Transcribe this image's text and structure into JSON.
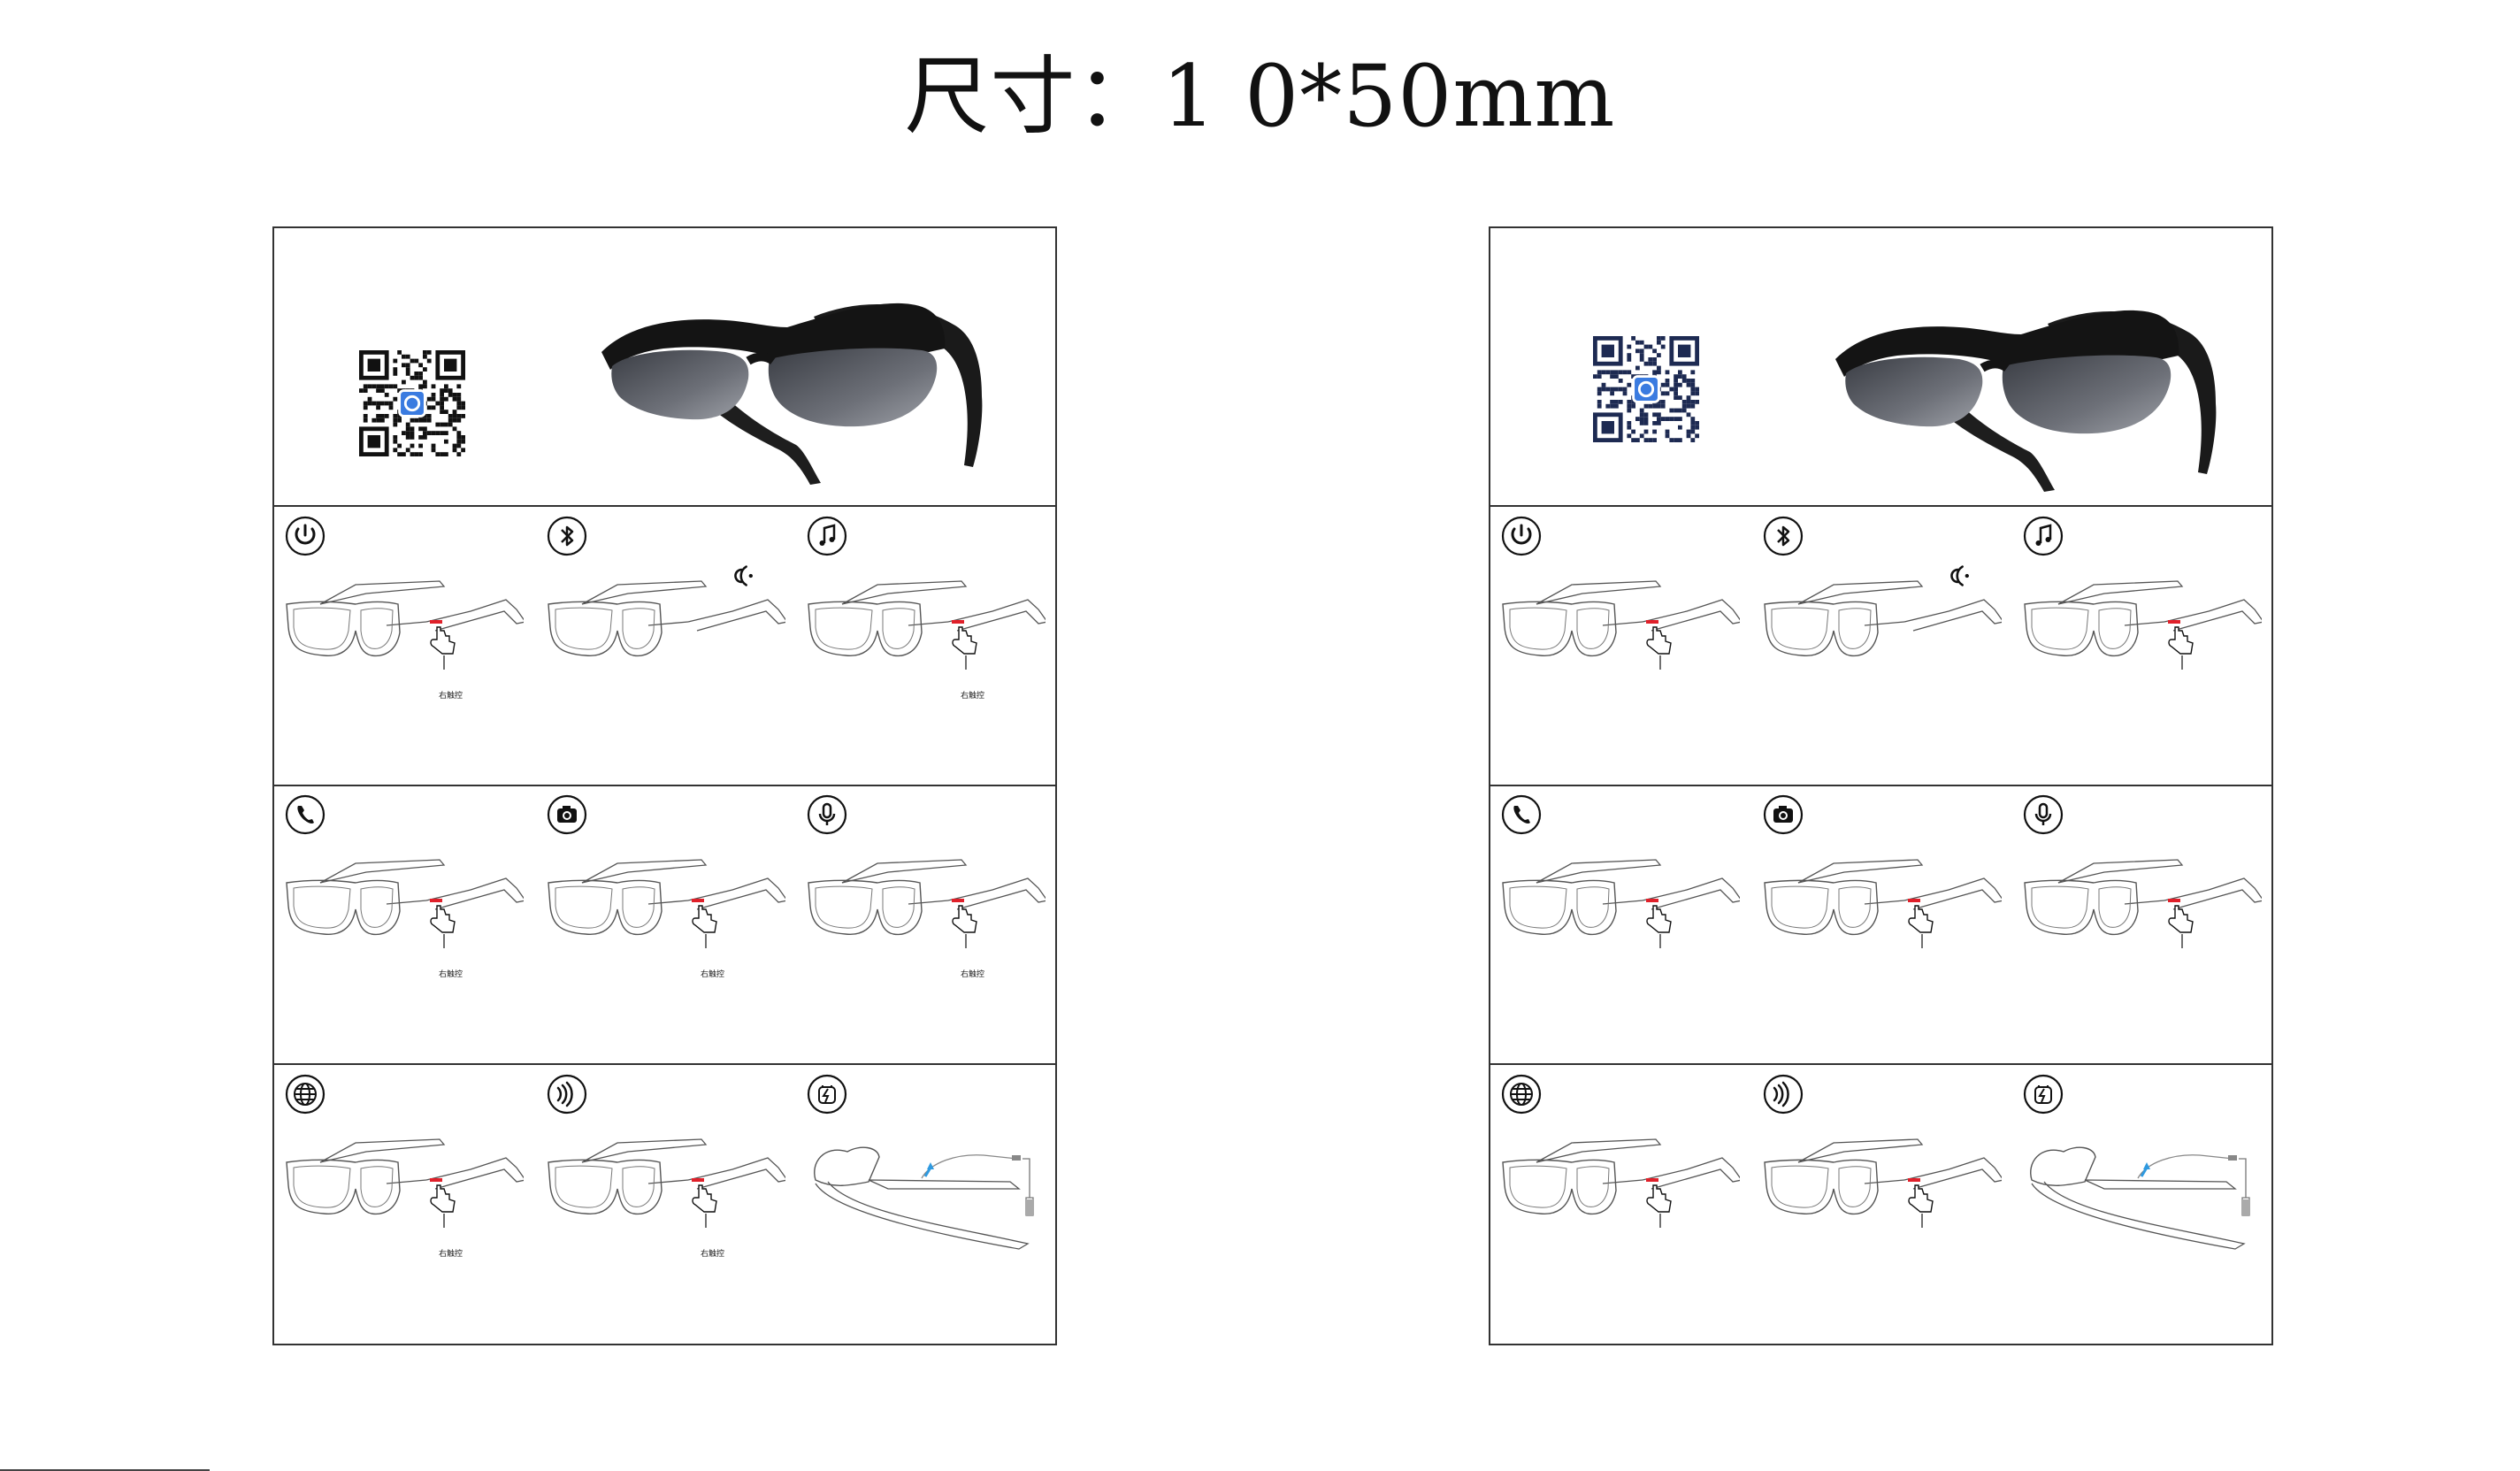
{
  "title": "尺寸：1  0*50mm",
  "colors": {
    "border": "#333333",
    "touch_mark": "#e0202a",
    "cable": "#2f9ae0"
  },
  "cards": [
    {
      "side": "left",
      "functions": [
        {
          "icon": "power-icon",
          "caption": "右触控"
        },
        {
          "icon": "bluetooth-icon",
          "caption": ""
        },
        {
          "icon": "music-icon",
          "caption": "右触控"
        },
        {
          "icon": "phone-icon",
          "caption": "右触控"
        },
        {
          "icon": "camera-icon",
          "caption": "右触控"
        },
        {
          "icon": "microphone-icon",
          "caption": "右触控"
        },
        {
          "icon": "globe-icon",
          "caption": "右触控"
        },
        {
          "icon": "sound-wave-icon",
          "caption": "右触控"
        },
        {
          "icon": "charging-icon",
          "caption": ""
        }
      ]
    },
    {
      "side": "right",
      "functions": [
        {
          "icon": "power-icon",
          "caption": ""
        },
        {
          "icon": "bluetooth-icon",
          "caption": ""
        },
        {
          "icon": "music-icon",
          "caption": ""
        },
        {
          "icon": "phone-icon",
          "caption": ""
        },
        {
          "icon": "camera-icon",
          "caption": ""
        },
        {
          "icon": "microphone-icon",
          "caption": ""
        },
        {
          "icon": "globe-icon",
          "caption": ""
        },
        {
          "icon": "sound-wave-icon",
          "caption": ""
        },
        {
          "icon": "charging-icon",
          "caption": ""
        }
      ]
    }
  ]
}
